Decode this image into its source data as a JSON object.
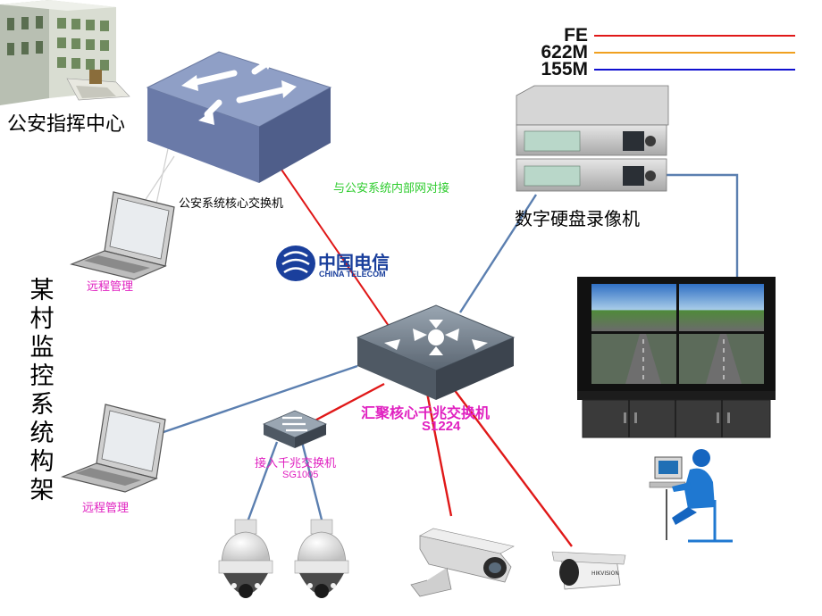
{
  "legend": [
    {
      "label": "FE",
      "color": "#e01818"
    },
    {
      "label": "622M",
      "color": "#f0a020"
    },
    {
      "label": "155M",
      "color": "#1010d0"
    }
  ],
  "title_vertical": [
    "某",
    "村",
    "监",
    "控",
    "系",
    "统",
    "构",
    "架"
  ],
  "labels": {
    "police_hq": "公安指挥中心",
    "police_switch": "公安系统核心交换机",
    "telecom_cn": "中国电信",
    "telecom_en": "CHINA TELECOM",
    "inner_net": "与公安系统内部网对接",
    "remote_top": "远程管理",
    "remote_bottom": "远程管理",
    "nvr": "数字硬盘录像机",
    "agg_switch_name": "汇聚核心千兆交换机",
    "agg_switch_model": "S1224",
    "access_switch_name": "接入千兆交换机",
    "access_switch_model": "SG1005"
  },
  "colors": {
    "fe": "#e01818",
    "link_blue": "#5b7fb0",
    "magenta": "#e020c0",
    "green": "#2ecc2e",
    "switch_body": "#7d8fb8",
    "telecom_blue": "#1a3f9c"
  }
}
